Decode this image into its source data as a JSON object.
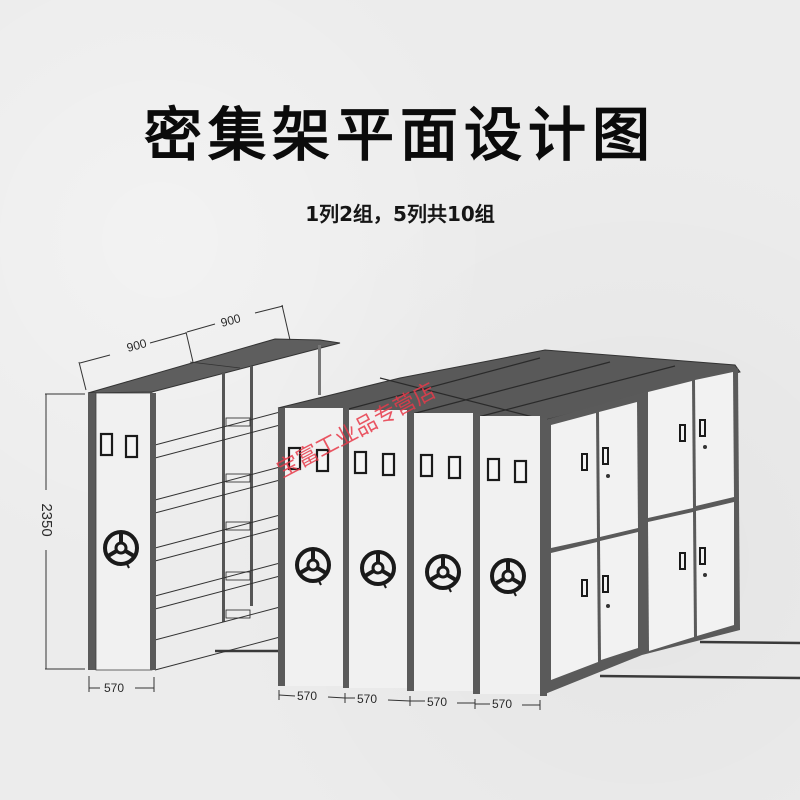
{
  "header": {
    "title": "密集架平面设计图",
    "subtitle": "1列2组，5列共10组"
  },
  "dimensions": {
    "width_top_left": "900",
    "width_top_right": "900",
    "height": "2350",
    "depth_single": "570",
    "depth_row": [
      "570",
      "570",
      "570",
      "570"
    ]
  },
  "watermark": {
    "text": "宝富工业品专营店",
    "color": "#e83a4a"
  },
  "colors": {
    "background": "#ebebeb",
    "frame": "#5a5a5a",
    "panel": "#f2f2f2",
    "line": "#1a1a1a"
  },
  "components": {
    "handwheel_count": 5,
    "open_shelf_unit": "fixed-column",
    "door_cabinet_units": 2
  }
}
